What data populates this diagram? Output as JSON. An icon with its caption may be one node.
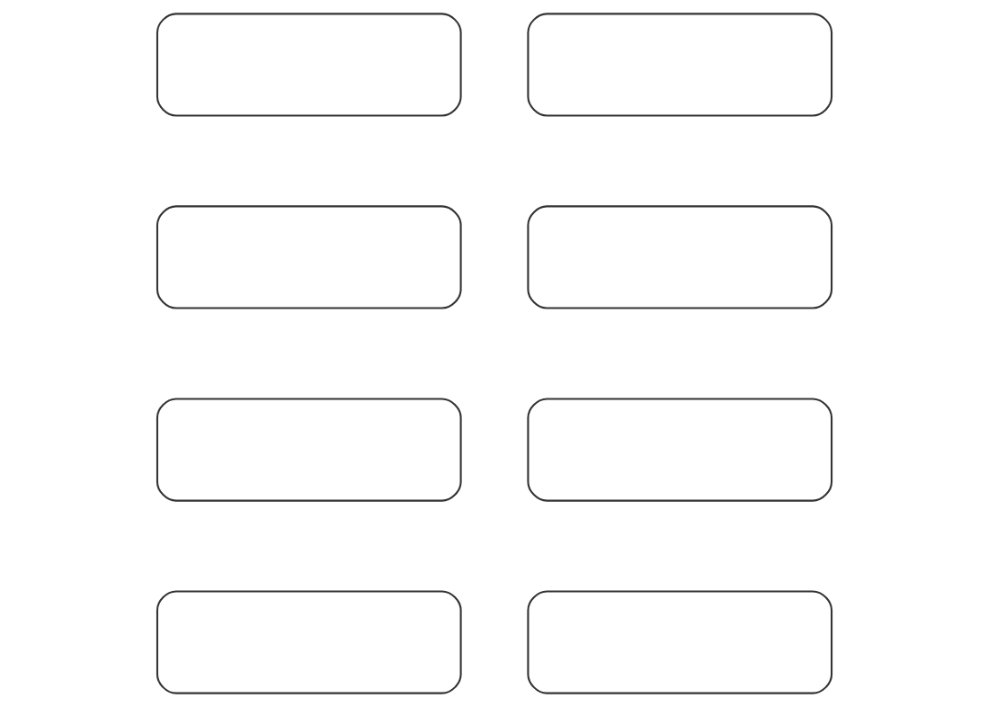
{
  "diagram": {
    "nodes": [
      {
        "text": [],
        "shape": "document"
      },
      {
        "text": [],
        "shape": "document"
      },
      {
        "text": [],
        "shape": "document"
      },
      {
        "text": [],
        "shape": "document"
      },
      {
        "text": [],
        "shape": "document"
      },
      {
        "text": [],
        "shape": "document"
      },
      {
        "text": [],
        "shape": "document"
      },
      {
        "text": [],
        "shape": "document"
      }
    ]
  }
}
